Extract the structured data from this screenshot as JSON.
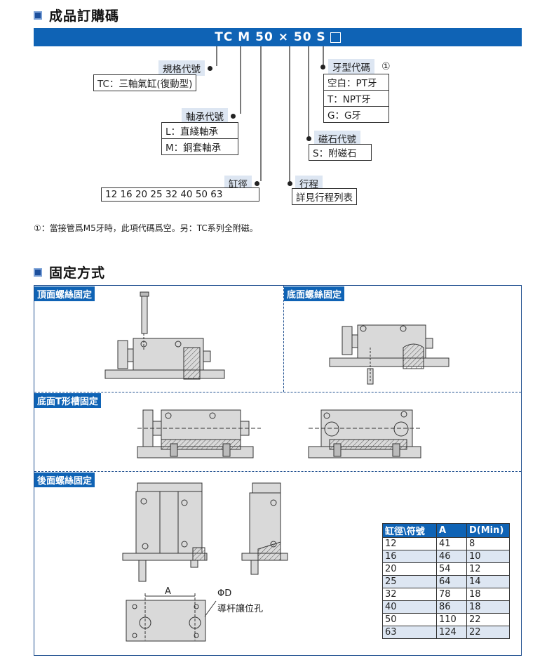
{
  "section1": {
    "title": "成品訂購碼"
  },
  "code_bar": {
    "text": "TC  M 50 × 50 S"
  },
  "spec": {
    "label": "規格代號",
    "items": [
      "TC：三軸氣缸(復動型)"
    ]
  },
  "bearing": {
    "label": "軸承代號",
    "items": [
      "L：直綫軸承",
      "M：銅套軸承"
    ]
  },
  "bore": {
    "label": "缸徑",
    "value": "12  16  20  25  32  40  50  63"
  },
  "thread": {
    "label": "牙型代碼",
    "mark": "①",
    "items": [
      "空白：PT牙",
      "T：NPT牙",
      "G：G牙"
    ]
  },
  "magnet": {
    "label": "磁石代號",
    "items": [
      "S：附磁石"
    ]
  },
  "stroke": {
    "label": "行程",
    "value": "詳見行程列表"
  },
  "note": "①：當接管爲M5牙時，此項代碼爲空。另：TC系列全附磁。",
  "section2": {
    "title": "固定方式"
  },
  "panels": {
    "top_screw": "頂面螺絲固定",
    "bottom_screw": "底面螺絲固定",
    "bottom_tslot": "底面T形槽固定",
    "rear_screw": "後面螺絲固定"
  },
  "rear_drawing": {
    "dim_a": "A",
    "dim_d": "ΦD",
    "hole_note": "導杆讓位孔"
  },
  "table": {
    "headers": [
      "缸徑\\符號",
      "A",
      "D(Min)"
    ],
    "rows": [
      [
        "12",
        "41",
        "8"
      ],
      [
        "16",
        "46",
        "10"
      ],
      [
        "20",
        "54",
        "12"
      ],
      [
        "25",
        "64",
        "14"
      ],
      [
        "32",
        "78",
        "18"
      ],
      [
        "40",
        "86",
        "18"
      ],
      [
        "50",
        "110",
        "22"
      ],
      [
        "63",
        "124",
        "22"
      ]
    ]
  },
  "colors": {
    "accent": "#0f63b5",
    "row_alt": "#dde6f2"
  }
}
